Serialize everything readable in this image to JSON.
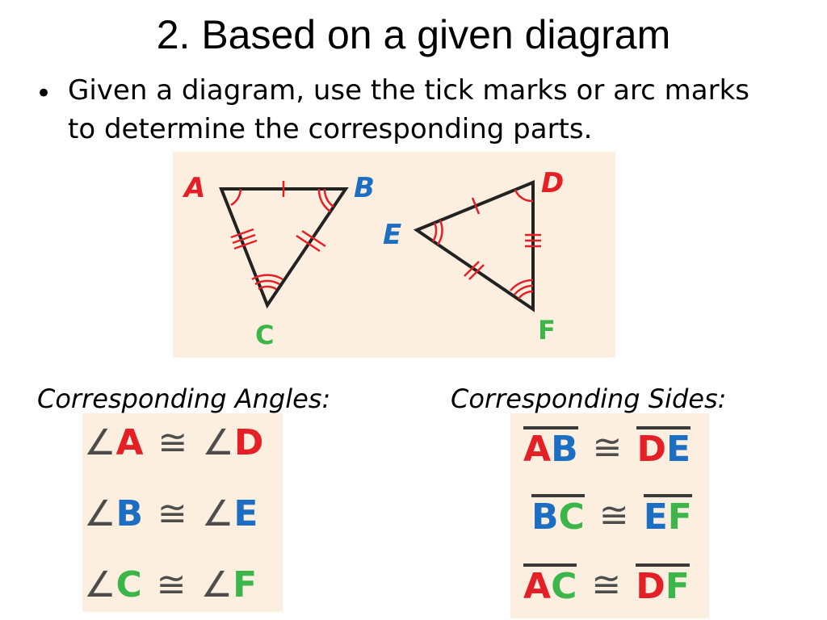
{
  "slide": {
    "title": "2. Based on a given diagram",
    "bullet": "Given a diagram, use the tick marks or arc marks to determine the corresponding parts."
  },
  "diagram": {
    "vertex_labels": {
      "A": "A",
      "B": "B",
      "C": "C",
      "D": "D",
      "E": "E",
      "F": "F"
    },
    "colors": {
      "red": "#e41f26",
      "blue": "#1c6ec2",
      "green": "#3cb54a",
      "line": "#222222",
      "panel_background": "#fcefdf"
    }
  },
  "angles": {
    "heading": "Corresponding Angles:",
    "angle_symbol": "∠",
    "congruent_symbol": "≅",
    "rows": [
      {
        "left": "A",
        "right": "D"
      },
      {
        "left": "B",
        "right": "E"
      },
      {
        "left": "C",
        "right": "F"
      }
    ]
  },
  "sides": {
    "heading": "Corresponding Sides:",
    "congruent_symbol": "≅",
    "rows": [
      {
        "left_1": "A",
        "left_2": "B",
        "right_1": "D",
        "right_2": "E"
      },
      {
        "left_1": "B",
        "left_2": "C",
        "right_1": "E",
        "right_2": "F"
      },
      {
        "left_1": "A",
        "left_2": "C",
        "right_1": "D",
        "right_2": "F"
      }
    ]
  }
}
